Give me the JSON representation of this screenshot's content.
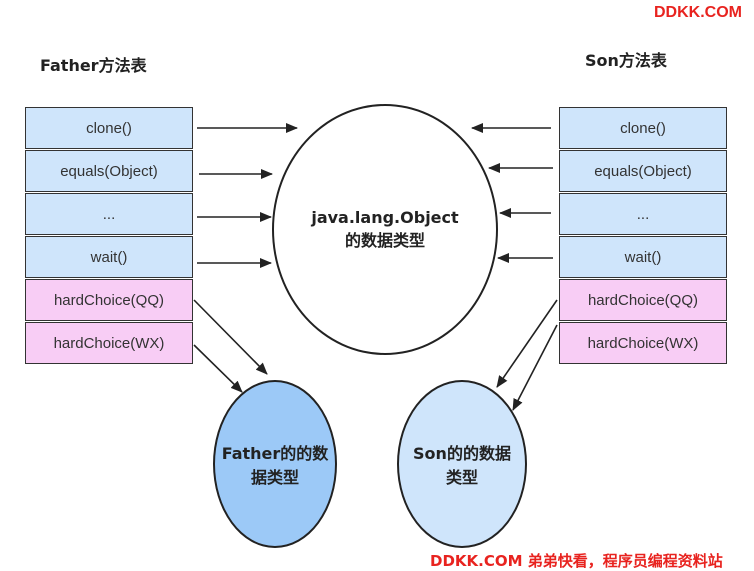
{
  "watermark": {
    "top": "DDKK.COM",
    "bottom": "DDKK.COM 弟弟快看，程序员编程资料站"
  },
  "father_table": {
    "title": "Father方法表",
    "rows": [
      "clone()",
      "equals(Object)",
      "...",
      "wait()",
      "hardChoice(QQ)",
      "hardChoice(WX)"
    ]
  },
  "son_table": {
    "title": "Son方法表",
    "rows": [
      "clone()",
      "equals(Object)",
      "...",
      "wait()",
      "hardChoice(QQ)",
      "hardChoice(WX)"
    ]
  },
  "object_node": {
    "line1": "java.lang.Object",
    "line2": "的数据类型"
  },
  "father_node": {
    "line1": "Father的的数",
    "line2": "据类型"
  },
  "son_node": {
    "line1": "Son的的数据",
    "line2": "类型"
  },
  "colors": {
    "inherited_cell": "#cfe5fb",
    "own_cell": "#f8cdf5",
    "father_ellipse": "#9cc9f7",
    "son_ellipse": "#cfe5fb",
    "watermark": "#e8231f"
  }
}
